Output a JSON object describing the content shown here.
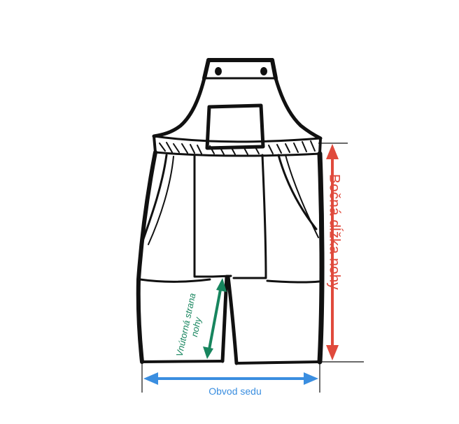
{
  "labels": {
    "side_length": "Bočná dĺžka nohy",
    "inner_leg_line1": "Vnútorná strana",
    "inner_leg_line2": "nohy",
    "seat_circumference": "Obvod sedu"
  },
  "colors": {
    "garment_stroke": "#111111",
    "side_length": "#e04a3c",
    "inner_leg": "#17855e",
    "seat_circumference": "#3a8ee0"
  }
}
